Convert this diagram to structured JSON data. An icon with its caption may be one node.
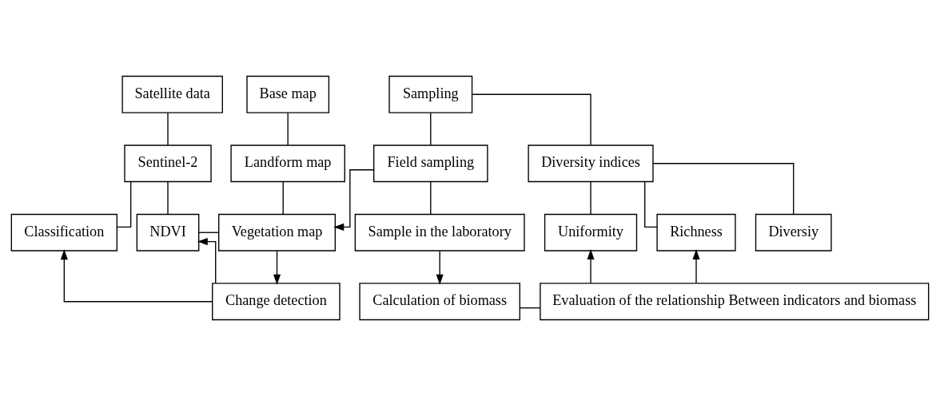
{
  "diagram": {
    "nodes": [
      {
        "text": [
          "Satellite data"
        ]
      },
      {
        "text": [
          "Base map"
        ]
      },
      {
        "text": [
          "Sampling"
        ]
      },
      {
        "text": [
          "Sentinel-2"
        ]
      },
      {
        "text": [
          "Landform map"
        ]
      },
      {
        "text": [
          "Field sampling"
        ]
      },
      {
        "text": [
          "Diversity indices"
        ]
      },
      {
        "text": [
          "Classification"
        ]
      },
      {
        "text": [
          "NDVI"
        ]
      },
      {
        "text": [
          "Vegetation map"
        ]
      },
      {
        "text": [
          "Sample in the laboratory"
        ]
      },
      {
        "text": [
          "Uniformity"
        ]
      },
      {
        "text": [
          "Richness"
        ]
      },
      {
        "text": [
          "Diversiy"
        ]
      },
      {
        "text": [
          "Change detection"
        ]
      },
      {
        "text": [
          "Calculation of biomass"
        ]
      },
      {
        "text": [
          "Evaluation of the relationship Between indicators and biomass"
        ]
      }
    ],
    "edges": [
      {
        "from": 0,
        "to": 3,
        "arrow": "none"
      },
      {
        "from": 1,
        "to": 4,
        "arrow": "none"
      },
      {
        "from": 2,
        "to": 5,
        "arrow": "none"
      },
      {
        "from": 2,
        "to": 6,
        "arrow": "none"
      },
      {
        "from": 3,
        "to": 7,
        "arrow": "none"
      },
      {
        "from": 3,
        "to": 8,
        "arrow": "none"
      },
      {
        "from": 4,
        "to": 9,
        "arrow": "none"
      },
      {
        "from": 8,
        "to": 9,
        "arrow": "none"
      },
      {
        "from": 5,
        "to": 9,
        "arrow": "to"
      },
      {
        "from": 6,
        "to": 11,
        "arrow": "none"
      },
      {
        "from": 6,
        "to": 12,
        "arrow": "none"
      },
      {
        "from": 6,
        "to": 13,
        "arrow": "none"
      },
      {
        "from": 9,
        "to": 14,
        "arrow": "to"
      },
      {
        "from": 14,
        "to": 7,
        "arrow": "to"
      },
      {
        "from": 14,
        "to": 8,
        "arrow": "to"
      },
      {
        "from": 5,
        "to": 10,
        "arrow": "none"
      },
      {
        "from": 10,
        "to": 15,
        "arrow": "to"
      },
      {
        "from": 16,
        "to": 11,
        "arrow": "to"
      },
      {
        "from": 16,
        "to": 12,
        "arrow": "to"
      },
      {
        "from": 15,
        "to": 16,
        "arrow": "none"
      }
    ]
  }
}
